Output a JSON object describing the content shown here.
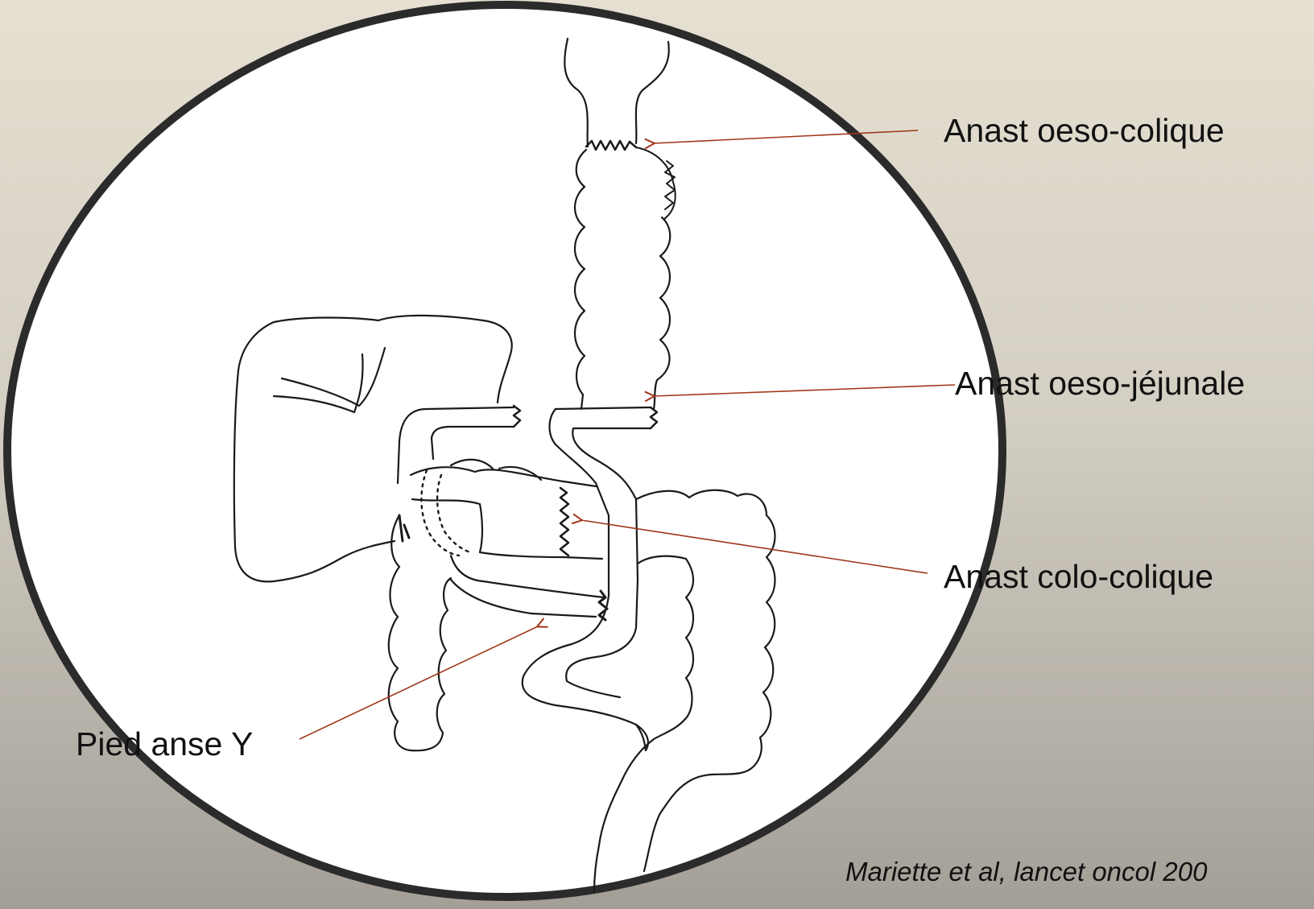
{
  "labels": {
    "oeso_colique": "Anast oeso-colique",
    "oeso_jejunale": "Anast oeso-jéjunale",
    "colo_colique": "Anast colo-colique",
    "pied_anse": "Pied anse Y"
  },
  "citation": "Mariette et al, lancet oncol 200",
  "colors": {
    "arrow": "#a0361a",
    "circle_stroke": "#2b2b2b",
    "drawing": "#1a1a1a",
    "circle_fill": "#ffffff"
  }
}
